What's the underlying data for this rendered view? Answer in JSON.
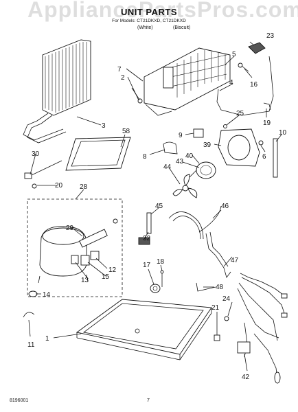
{
  "header": {
    "watermark": "AppliancePartsPros.com",
    "title": "UNIT PARTS",
    "models": "For Models: CT21DKXD, CT21DKXD",
    "color_white": "(White)",
    "color_biscuit": "(Biscuit)"
  },
  "footer": {
    "doc_number": "8196001",
    "page_number": "7"
  },
  "callouts": {
    "c1": "1",
    "c2": "2",
    "c3": "3",
    "c4": "4",
    "c5": "5",
    "c6": "6",
    "c7": "7",
    "c8": "8",
    "c9": "9",
    "c10": "10",
    "c11": "11",
    "c12": "12",
    "c13": "13",
    "c14": "14",
    "c15": "15",
    "c16": "16",
    "c17": "17",
    "c18": "18",
    "c19": "19",
    "c20": "20",
    "c21": "21",
    "c23": "23",
    "c24": "24",
    "c25": "25",
    "c28": "28",
    "c29": "29",
    "c30": "30",
    "c32": "32",
    "c39": "39",
    "c40": "40",
    "c42": "42",
    "c43": "43",
    "c44": "44",
    "c45": "45",
    "c46": "46",
    "c47": "47",
    "c48": "48",
    "c58": "58"
  }
}
